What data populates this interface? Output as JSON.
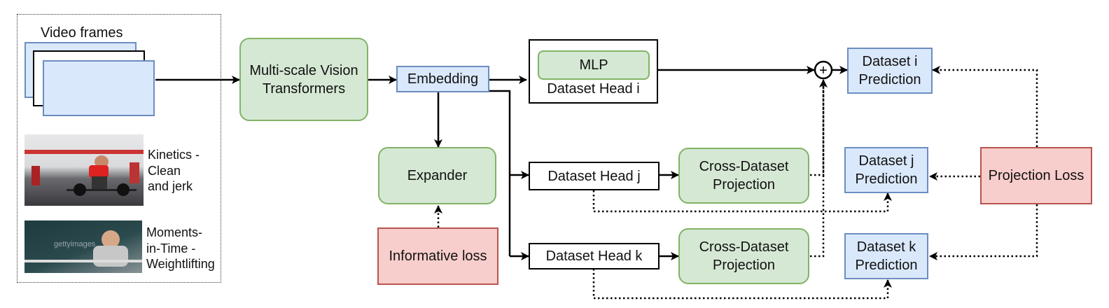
{
  "input_panel": {
    "video_frames_label": "Video frames",
    "example1_caption": "Kinetics -\nClean\nand jerk",
    "example2_caption": "Moments-\nin-Time -\nWeightlifting",
    "example2_watermark": "gettyimages"
  },
  "nodes": {
    "mvit": "Multi-scale Vision\nTransformers",
    "embedding": "Embedding",
    "expander": "Expander",
    "informative_loss": "Informative loss",
    "mlp": "MLP",
    "head_i": "Dataset Head i",
    "head_j": "Dataset Head j",
    "head_k": "Dataset Head k",
    "proj_j": "Cross-Dataset\nProjection",
    "proj_k": "Cross-Dataset\nProjection",
    "pred_i": "Dataset i\nPrediction",
    "pred_j": "Dataset j\nPrediction",
    "pred_k": "Dataset k\nPrediction",
    "projection_loss": "Projection Loss",
    "sum_symbol": "+"
  },
  "colors": {
    "green_fill": "#d5e8d4",
    "green_stroke": "#82b366",
    "blue_fill": "#dae8fc",
    "blue_stroke": "#6c8ebf",
    "red_fill": "#f8cecc",
    "red_stroke": "#b85450"
  }
}
